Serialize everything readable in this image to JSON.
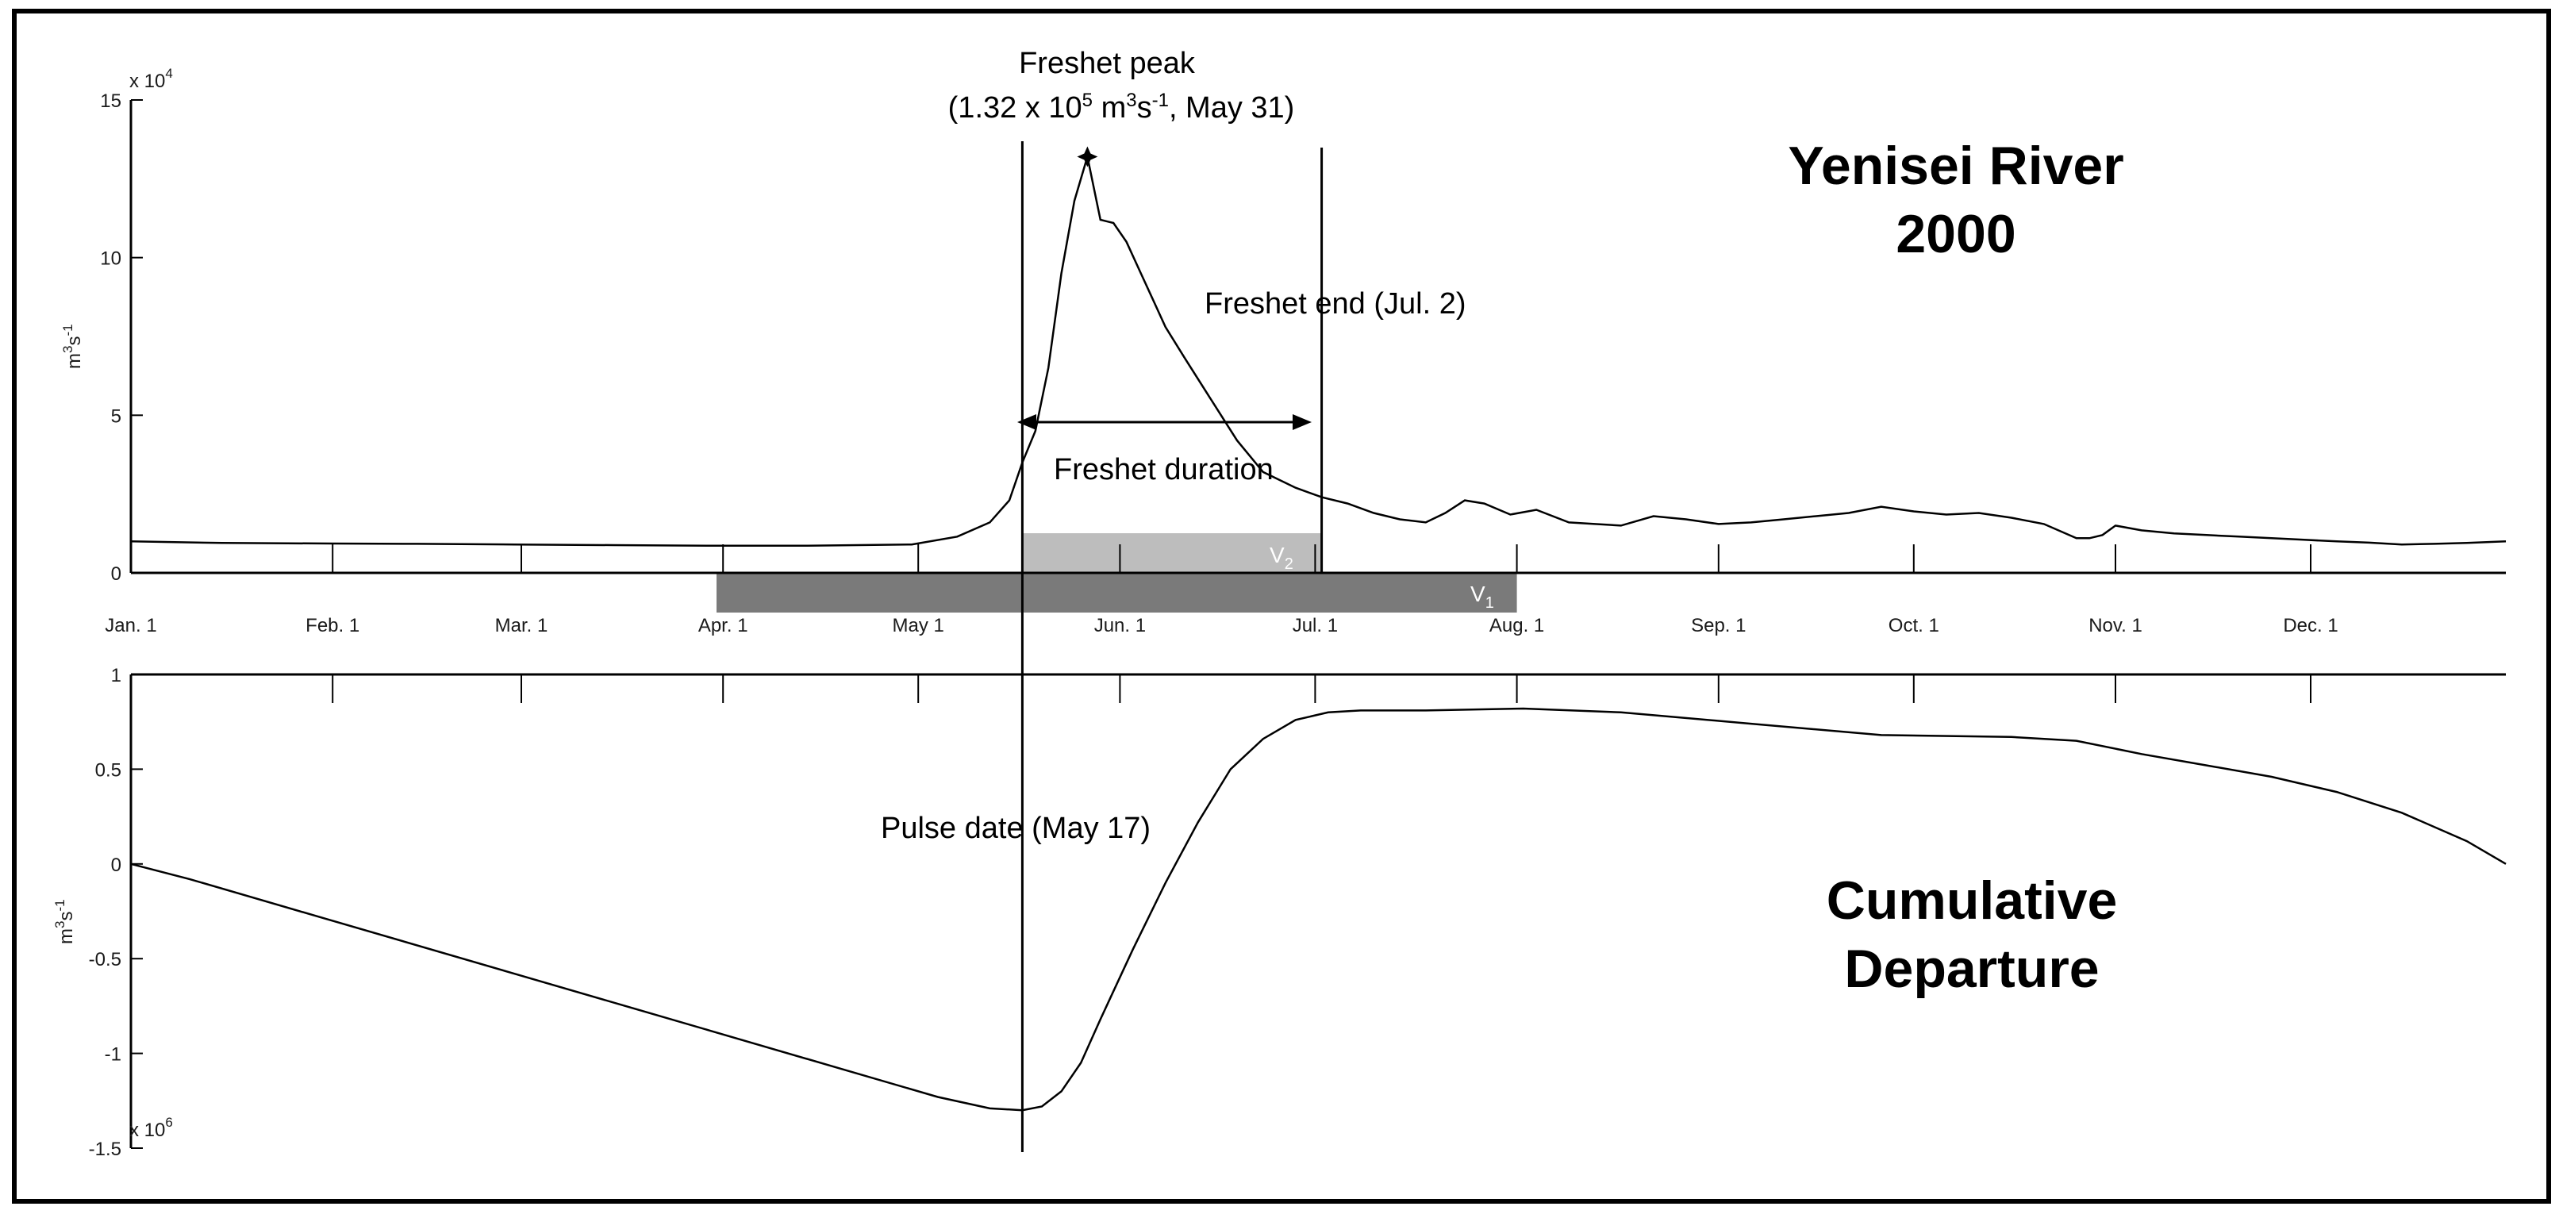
{
  "chart_data": [
    {
      "type": "line",
      "panel": "discharge",
      "title": "Yenisei River",
      "subtitle": "2000",
      "ylabel": "m3s-1",
      "y_scale_label": "x 10^4",
      "ylim": [
        0,
        15
      ],
      "yticks": [
        0,
        5,
        10,
        15
      ],
      "x_ticks": [
        "Jan. 1",
        "Feb. 1",
        "Mar. 1",
        "Apr. 1",
        "May 1",
        "Jun. 1",
        "Jul. 1",
        "Aug. 1",
        "Sep. 1",
        "Oct. 1",
        "Nov. 1",
        "Dec. 1"
      ],
      "series": [
        {
          "x_day": [
            1,
            15,
            32,
            45,
            60,
            75,
            91,
            105,
            121,
            128,
            133,
            136,
            138,
            140,
            142,
            144,
            146,
            148,
            150,
            152,
            154,
            156,
            158,
            160,
            163,
            167,
            171,
            175,
            180,
            184,
            188,
            192,
            196,
            200,
            203,
            206,
            209,
            213,
            217,
            222,
            226,
            230,
            235,
            240,
            245,
            250,
            255,
            260,
            265,
            270,
            275,
            280,
            285,
            290,
            295,
            300,
            302,
            304,
            306,
            310,
            315,
            320,
            325,
            330,
            335,
            340,
            345,
            350,
            355,
            360,
            366
          ],
          "values": [
            1.0,
            0.95,
            0.93,
            0.92,
            0.9,
            0.88,
            0.86,
            0.86,
            0.9,
            1.15,
            1.6,
            2.3,
            3.5,
            4.5,
            6.5,
            9.5,
            11.8,
            13.2,
            11.2,
            11.1,
            10.5,
            9.6,
            8.7,
            7.8,
            6.8,
            5.5,
            4.2,
            3.2,
            2.7,
            2.4,
            2.2,
            1.9,
            1.7,
            1.6,
            1.9,
            2.3,
            2.2,
            1.85,
            2.0,
            1.6,
            1.55,
            1.5,
            1.8,
            1.7,
            1.55,
            1.6,
            1.7,
            1.8,
            1.9,
            2.1,
            1.95,
            1.85,
            1.9,
            1.75,
            1.55,
            1.1,
            1.1,
            1.2,
            1.5,
            1.35,
            1.25,
            1.2,
            1.15,
            1.1,
            1.05,
            1.0,
            0.96,
            0.9,
            0.92,
            0.95,
            1.0
          ]
        }
      ],
      "peak_marker": {
        "x_day": 148,
        "value": 13.2
      },
      "annotations": {
        "freshet_peak_line1": "Freshet peak",
        "freshet_peak_line2_pre": "(1.32 x 10",
        "freshet_peak_line2_sup1": "5",
        "freshet_peak_line2_mid": " m",
        "freshet_peak_line2_sup2": "3",
        "freshet_peak_line2_s": "s",
        "freshet_peak_line2_sup3": "-1",
        "freshet_peak_line2_post": ", May 31)",
        "freshet_end": "Freshet end (Jul. 2)",
        "freshet_duration": "Freshet duration"
      },
      "bars": [
        {
          "name": "V2",
          "start_day": 138,
          "end_day": 184,
          "color": "#bdbdbd"
        },
        {
          "name": "V1",
          "start_day": 91,
          "end_day": 214,
          "color": "#7a7a7a"
        }
      ]
    },
    {
      "type": "line",
      "panel": "cumulative",
      "title": "Cumulative",
      "subtitle": "Departure",
      "ylabel": "m3s-1",
      "y_scale_label": "x 10^6",
      "ylim": [
        -1.5,
        1
      ],
      "yticks": [
        -1.5,
        -1,
        -0.5,
        0,
        0.5,
        1
      ],
      "series": [
        {
          "x_day": [
            1,
            10,
            30,
            60,
            90,
            110,
            125,
            133,
            138,
            141,
            144,
            147,
            150,
            155,
            160,
            165,
            170,
            175,
            180,
            185,
            190,
            200,
            215,
            230,
            250,
            270,
            290,
            300,
            310,
            320,
            330,
            340,
            350,
            360,
            366
          ],
          "values": [
            0.0,
            -0.08,
            -0.28,
            -0.58,
            -0.88,
            -1.08,
            -1.23,
            -1.29,
            -1.3,
            -1.28,
            -1.2,
            -1.05,
            -0.82,
            -0.45,
            -0.1,
            0.22,
            0.5,
            0.66,
            0.76,
            0.8,
            0.81,
            0.81,
            0.82,
            0.8,
            0.74,
            0.68,
            0.67,
            0.65,
            0.58,
            0.52,
            0.46,
            0.38,
            0.27,
            0.12,
            0.0
          ]
        }
      ],
      "annotations": {
        "pulse_date": "Pulse date (May 17)"
      }
    }
  ],
  "vertical_markers": [
    {
      "name": "pulse-date",
      "x_day": 138
    },
    {
      "name": "freshet-end",
      "x_day": 184
    }
  ],
  "x_tick_days": [
    1,
    32,
    61,
    92,
    122,
    153,
    183,
    214,
    245,
    275,
    306,
    336
  ],
  "x_range_days": [
    1,
    366
  ],
  "colors": {
    "line": "#000000",
    "v1_bar": "#7a7a7a",
    "v2_bar": "#bdbdbd",
    "frame": "#000000"
  }
}
